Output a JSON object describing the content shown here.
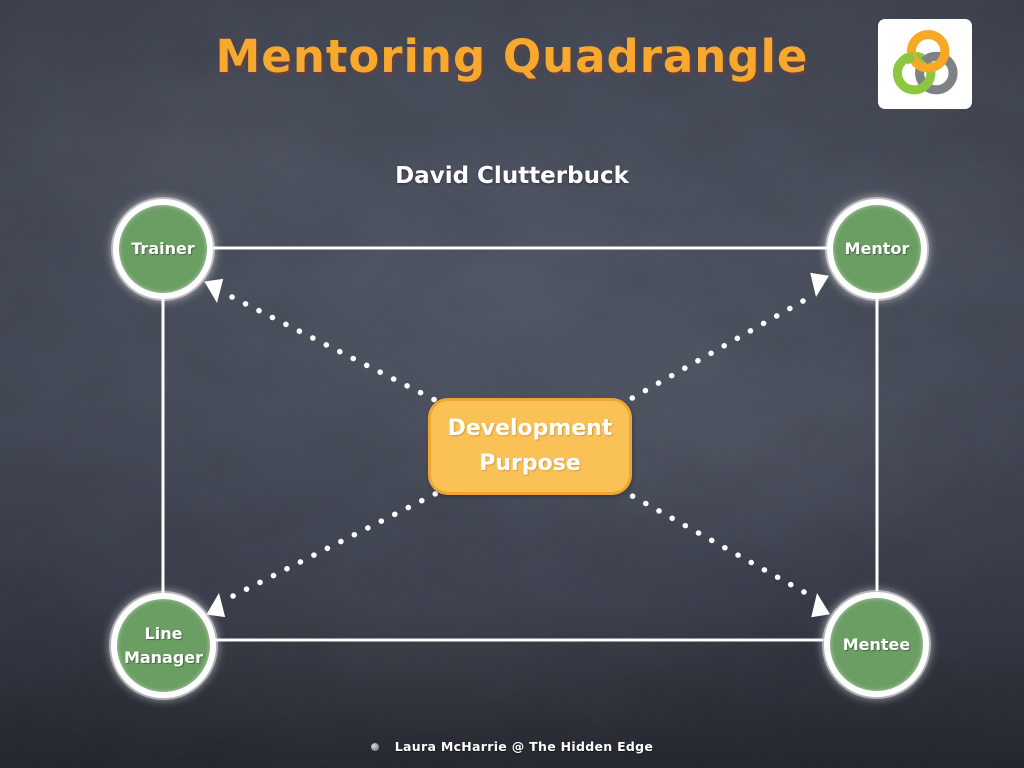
{
  "slide": {
    "title": "Mentoring Quadrangle",
    "subtitle": "David Clutterbuck",
    "footer_credit": "Laura McHarrie @ The Hidden Edge"
  },
  "diagram": {
    "center_box": {
      "label": "Development Purpose"
    },
    "nodes": [
      {
        "id": "trainer",
        "label": "Trainer",
        "position": "top-left"
      },
      {
        "id": "mentor",
        "label": "Mentor",
        "position": "top-right"
      },
      {
        "id": "line-manager",
        "label": "Line Manager",
        "position": "bottom-left"
      },
      {
        "id": "mentee",
        "label": "Mentee",
        "position": "bottom-right"
      }
    ],
    "connections": {
      "solid_rectangle_between_nodes": true,
      "dotted_arrows_between_center_and_nodes": 4
    }
  },
  "icons": {
    "logo": "interlocking-rings-logo",
    "footer_bullet": "small-chalk-dot"
  },
  "colors": {
    "title_orange": "#F8A92D",
    "chalk_white": "#FFFFFF",
    "node_green": "#6B9E63",
    "box_fill": "#F9C156",
    "box_border": "#EFA634",
    "background": "#3B404D",
    "logo_orange": "#F7A827",
    "logo_green": "#8DC63F",
    "logo_gray": "#7F8285"
  }
}
